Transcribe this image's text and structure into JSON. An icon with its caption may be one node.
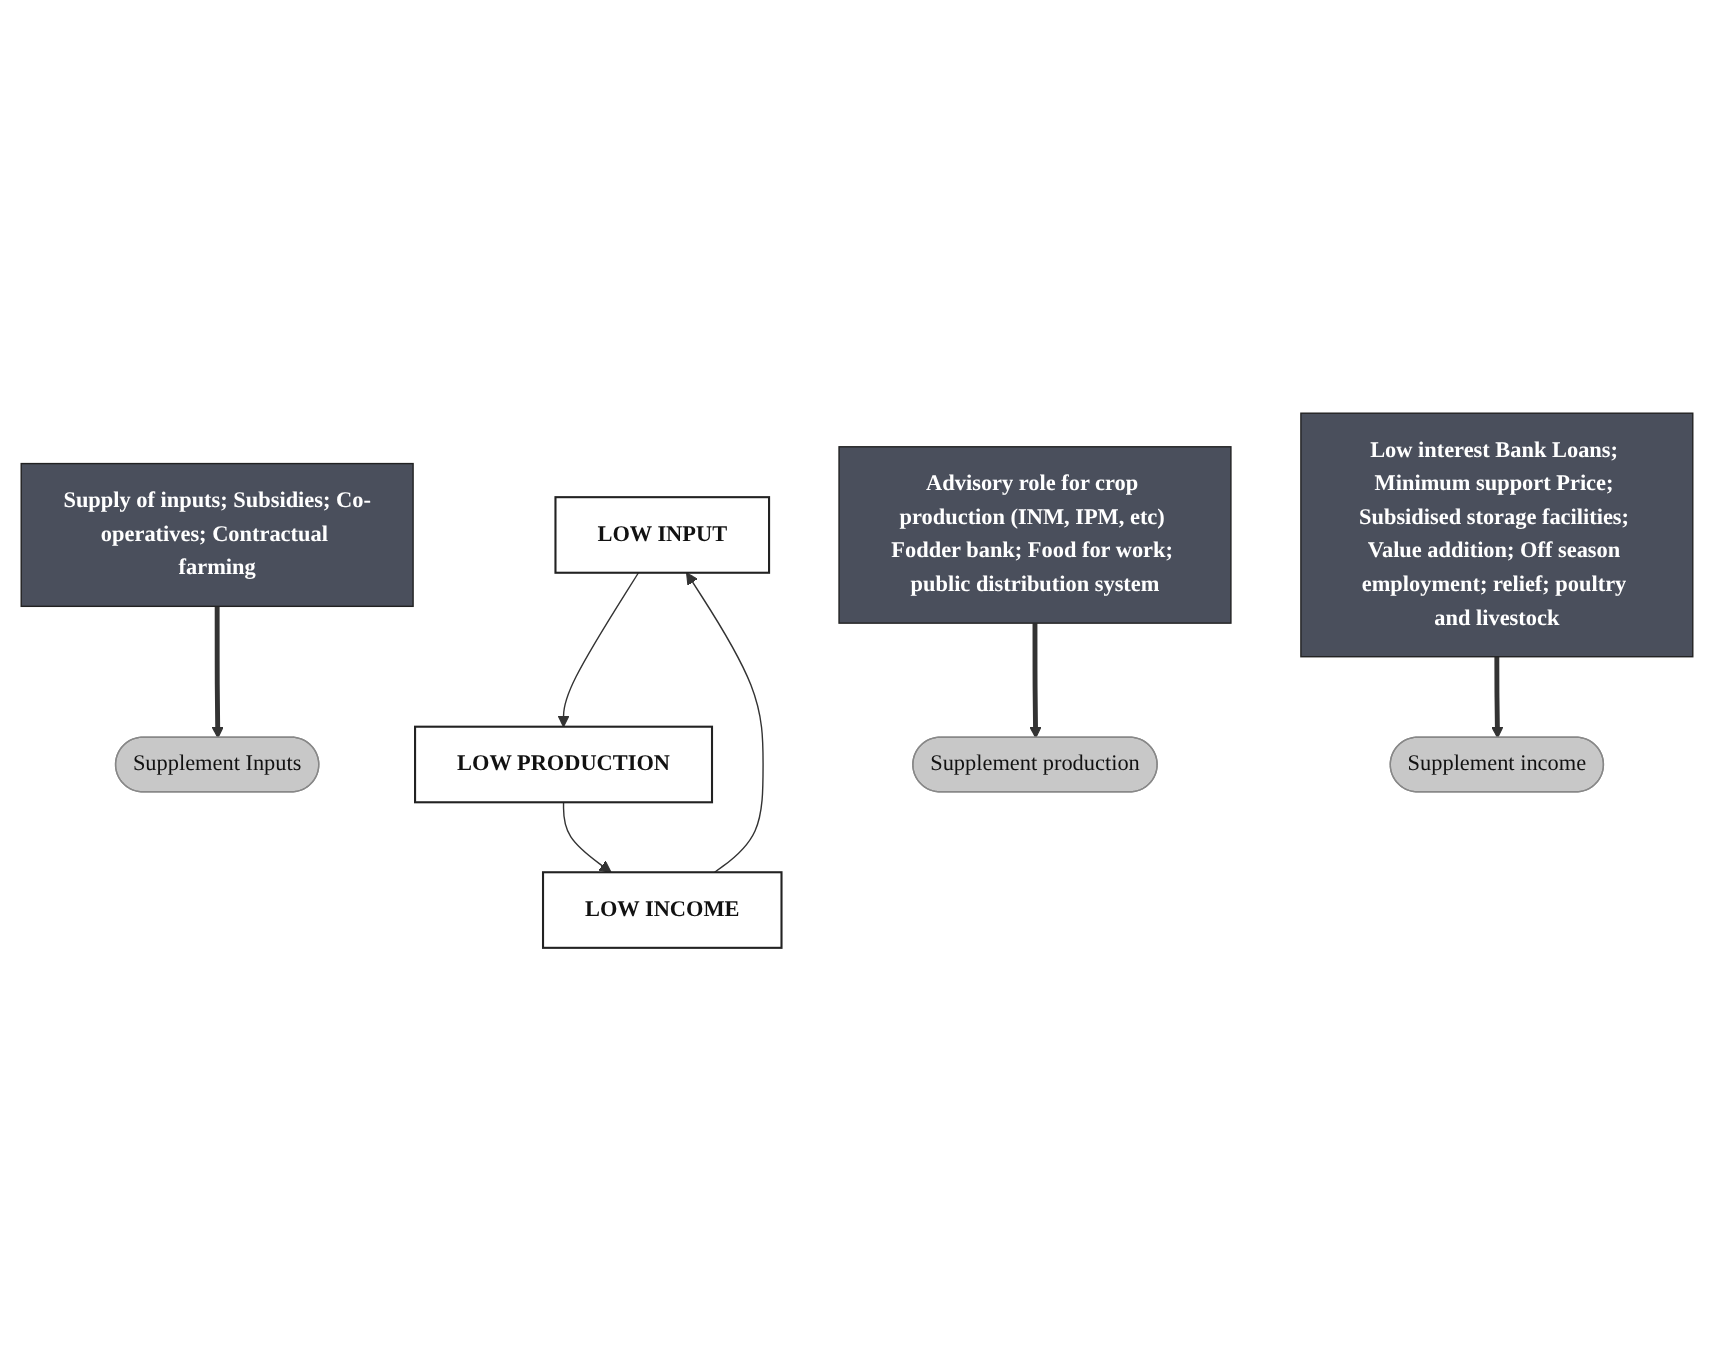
{
  "diagram": {
    "nodes": [
      {
        "text": [
          "LOW INPUT"
        ]
      },
      {
        "text": [
          "LOW PRODUCTION"
        ]
      },
      {
        "text": [
          "LOW INCOME"
        ]
      },
      {
        "text": [
          "Advisory role for crop production (INM, IPM, etc) Fodder bank; Food for work; public distribution system"
        ]
      },
      {
        "text": [
          "Supply of inputs; Subsidies; Co-operatives; Contractual farming"
        ]
      },
      {
        "text": [
          "Low interest Bank Loans; Minimum support Price; Subsidised storage facilities; Value addition; Off season employment; relief; poultry and livestock"
        ]
      },
      {
        "text": [
          "Supplement Inputs"
        ]
      },
      {
        "text": [
          "Supplement production"
        ]
      },
      {
        "text": [
          "Supplement income"
        ]
      }
    ],
    "edges": [
      {
        "from": 0,
        "to": 1,
        "arrow": "to"
      },
      {
        "from": 1,
        "to": 2,
        "arrow": "to"
      },
      {
        "from": 2,
        "to": 0,
        "arrow": "to"
      },
      {
        "from": 4,
        "to": 6,
        "arrow": "to",
        "style": "thick"
      },
      {
        "from": 3,
        "to": 7,
        "arrow": "to",
        "style": "thick"
      },
      {
        "from": 5,
        "to": 8,
        "arrow": "to",
        "style": "thick"
      }
    ]
  }
}
